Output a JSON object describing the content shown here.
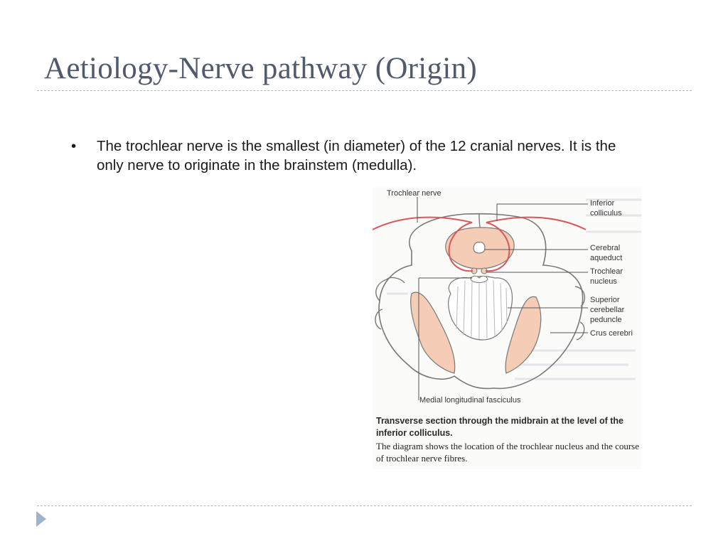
{
  "slide": {
    "title": "Aetiology-Nerve pathway (Origin)",
    "bullets": [
      "The trochlear nerve is the smallest (in diameter) of the 12 cranial nerves. It is the only nerve to originate in the brainstem (medulla)."
    ],
    "bullet_marker": "•"
  },
  "figure": {
    "labels": {
      "trochlear_nerve": "Trochlear nerve",
      "inferior_colliculus": [
        "Inferior",
        "colliculus"
      ],
      "cerebral_aqueduct": [
        "Cerebral",
        "aqueduct"
      ],
      "trochlear_nucleus": [
        "Trochlear",
        "nucleus"
      ],
      "superior_cerebellar_peduncle": [
        "Superior",
        "cerebellar",
        "peduncle"
      ],
      "crus_cerebri": "Crus cerebri",
      "medial_longitudinal_fasciculus": "Medial longitudinal fasciculus"
    },
    "caption_bold": "Transverse section through the midbrain at the level of the inferior colliculus.",
    "caption_text": "The diagram shows the location of the trochlear nucleus and the course of trochlear nerve fibres.",
    "colors": {
      "nerve": "#d9585a",
      "fill": "#f5cdb6",
      "outline": "#777777"
    }
  },
  "nav": {
    "icon": "triangle-right-icon",
    "color": "#9fb3cc"
  }
}
